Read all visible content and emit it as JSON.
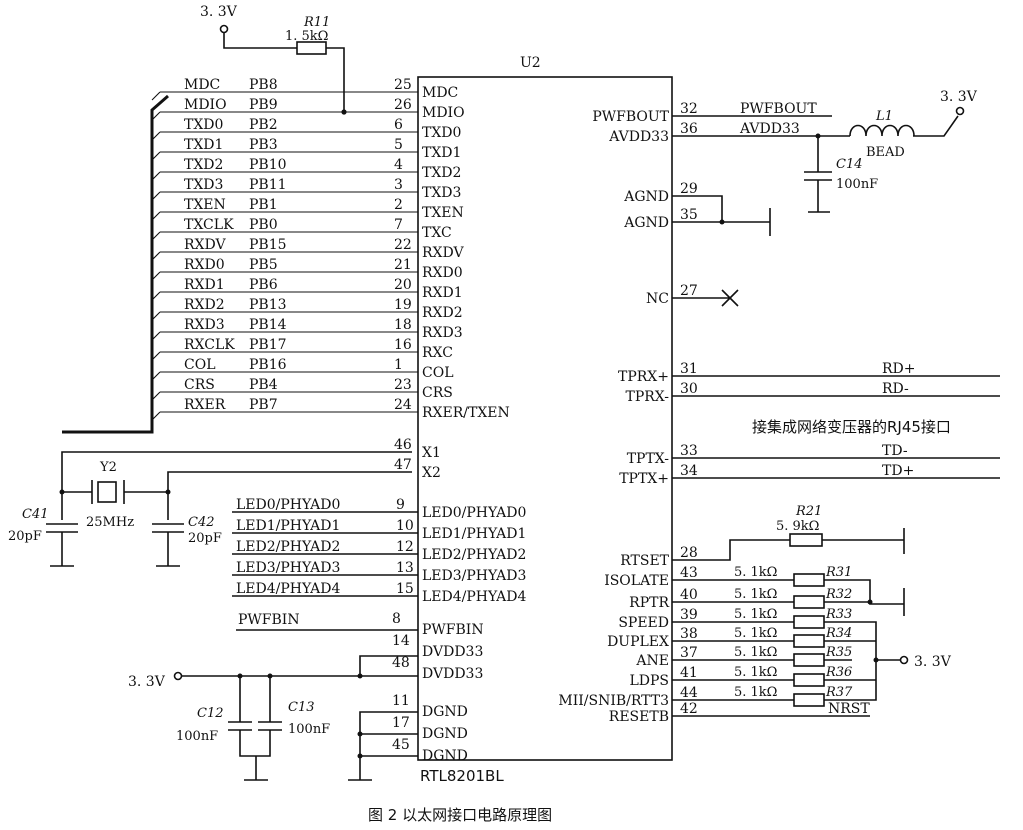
{
  "caption": "图 2   以太网接口电路原理图",
  "ic": {
    "ref": "U2",
    "part": "RTL8201BL"
  },
  "left_pins": [
    {
      "num": "25",
      "pin": "MDC",
      "net": "MDC",
      "port": "PB8"
    },
    {
      "num": "26",
      "pin": "MDIO",
      "net": "MDIO",
      "port": "PB9"
    },
    {
      "num": "6",
      "pin": "TXD0",
      "net": "TXD0",
      "port": "PB2"
    },
    {
      "num": "5",
      "pin": "TXD1",
      "net": "TXD1",
      "port": "PB3"
    },
    {
      "num": "4",
      "pin": "TXD2",
      "net": "TXD2",
      "port": "PB10"
    },
    {
      "num": "3",
      "pin": "TXD3",
      "net": "TXD3",
      "port": "PB11"
    },
    {
      "num": "2",
      "pin": "TXEN",
      "net": "TXEN",
      "port": "PB1"
    },
    {
      "num": "7",
      "pin": "TXC",
      "net": "TXCLK",
      "port": "PB0"
    },
    {
      "num": "22",
      "pin": "RXDV",
      "net": "RXDV",
      "port": "PB15"
    },
    {
      "num": "21",
      "pin": "RXD0",
      "net": "RXD0",
      "port": "PB5"
    },
    {
      "num": "20",
      "pin": "RXD1",
      "net": "RXD1",
      "port": "PB6"
    },
    {
      "num": "19",
      "pin": "RXD2",
      "net": "RXD2",
      "port": "PB13"
    },
    {
      "num": "18",
      "pin": "RXD3",
      "net": "RXD3",
      "port": "PB14"
    },
    {
      "num": "16",
      "pin": "RXC",
      "net": "RXCLK",
      "port": "PB17"
    },
    {
      "num": "1",
      "pin": "COL",
      "net": "COL",
      "port": "PB16"
    },
    {
      "num": "23",
      "pin": "CRS",
      "net": "CRS",
      "port": "PB4"
    },
    {
      "num": "24",
      "pin": "RXER/TXEN",
      "net": "RXER",
      "port": "PB7"
    }
  ],
  "x_pins": [
    {
      "num": "46",
      "pin": "X1"
    },
    {
      "num": "47",
      "pin": "X2"
    }
  ],
  "led_pins": [
    {
      "num": "9",
      "pin": "LED0/PHYAD0",
      "net": "LED0/PHYAD0"
    },
    {
      "num": "10",
      "pin": "LED1/PHYAD1",
      "net": "LED1/PHYAD1"
    },
    {
      "num": "12",
      "pin": "LED2/PHYAD2",
      "net": "LED2/PHYAD2"
    },
    {
      "num": "13",
      "pin": "LED3/PHYAD3",
      "net": "LED3/PHYAD3"
    },
    {
      "num": "15",
      "pin": "LED4/PHYAD4",
      "net": "LED4/PHYAD4"
    }
  ],
  "power_pins": [
    {
      "num": "8",
      "pin": "PWFBIN",
      "net": "PWFBIN"
    },
    {
      "num": "14",
      "pin": "DVDD33"
    },
    {
      "num": "48",
      "pin": "DVDD33"
    },
    {
      "num": "11",
      "pin": "DGND"
    },
    {
      "num": "17",
      "pin": "DGND"
    },
    {
      "num": "45",
      "pin": "DGND"
    }
  ],
  "right_pins": [
    {
      "num": "32",
      "pin": "PWFBOUT",
      "net": "PWFBOUT"
    },
    {
      "num": "36",
      "pin": "AVDD33",
      "net": "AVDD33"
    },
    {
      "num": "29",
      "pin": "AGND"
    },
    {
      "num": "35",
      "pin": "AGND"
    },
    {
      "num": "27",
      "pin": "NC"
    },
    {
      "num": "31",
      "pin": "TPRX+",
      "net": "RD+"
    },
    {
      "num": "30",
      "pin": "TPRX-",
      "net": "RD-"
    },
    {
      "num": "33",
      "pin": "TPTX-",
      "net": "TD-"
    },
    {
      "num": "34",
      "pin": "TPTX+",
      "net": "TD+"
    },
    {
      "num": "28",
      "pin": "RTSET"
    },
    {
      "num": "43",
      "pin": "ISOLATE",
      "res": "5. 1kΩ",
      "ref": "R31"
    },
    {
      "num": "40",
      "pin": "RPTR",
      "res": "5. 1kΩ",
      "ref": "R32"
    },
    {
      "num": "39",
      "pin": "SPEED",
      "res": "5. 1kΩ",
      "ref": "R33"
    },
    {
      "num": "38",
      "pin": "DUPLEX",
      "res": "5. 1kΩ",
      "ref": "R34"
    },
    {
      "num": "37",
      "pin": "ANE",
      "res": "5. 1kΩ",
      "ref": "R35"
    },
    {
      "num": "41",
      "pin": "LDPS",
      "res": "5. 1kΩ",
      "ref": "R36"
    },
    {
      "num": "44",
      "pin": "MII/SNIB/RTT3",
      "res": "5. 1kΩ",
      "ref": "R37"
    },
    {
      "num": "42",
      "pin": "RESETB",
      "net": "NRST"
    }
  ],
  "components": {
    "r11": {
      "ref": "R11",
      "value": "1. 5kΩ"
    },
    "r21": {
      "ref": "R21",
      "value": "5. 9kΩ"
    },
    "l1": {
      "ref": "L1",
      "value": "BEAD"
    },
    "c14": {
      "ref": "C14",
      "value": "100nF"
    },
    "c41": {
      "ref": "C41",
      "value": "20pF"
    },
    "c42": {
      "ref": "C42",
      "value": "20pF"
    },
    "y2": {
      "ref": "Y2",
      "value": "25MHz"
    },
    "c12": {
      "ref": "C12",
      "value": "100nF"
    },
    "c13": {
      "ref": "C13",
      "value": "100nF"
    }
  },
  "supply_label": "3. 3V",
  "rj45_note": "接集成网络变压器的RJ45接口"
}
